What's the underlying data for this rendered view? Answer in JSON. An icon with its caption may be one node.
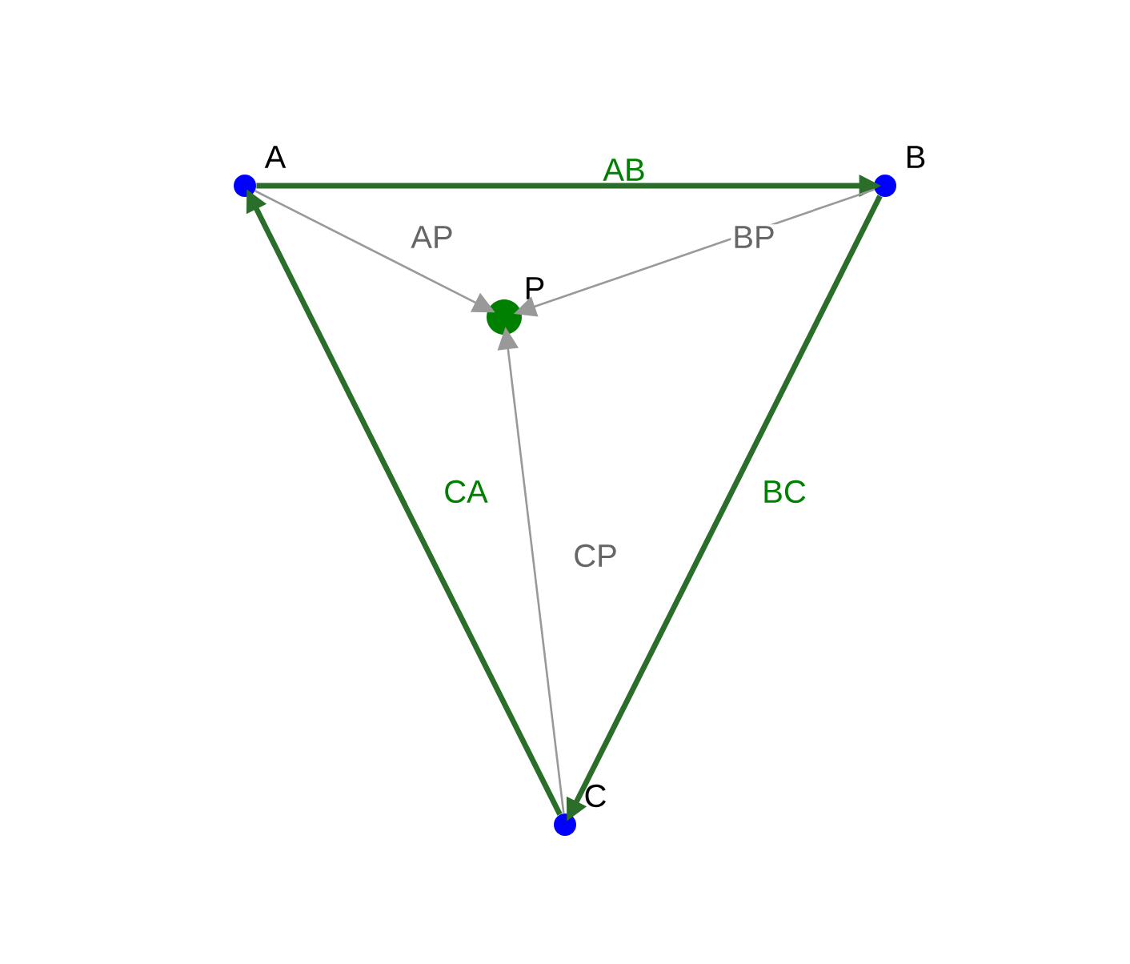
{
  "diagram": {
    "nodes": [
      {
        "text": [
          "A"
        ]
      },
      {
        "text": [
          "B"
        ]
      },
      {
        "text": [
          "C"
        ]
      },
      {
        "text": [
          "P"
        ]
      }
    ],
    "edges": [
      {
        "from": 0,
        "to": 1,
        "arrow": "to",
        "label": "AB",
        "style": "thick",
        "color": "#2a6e2a"
      },
      {
        "from": 1,
        "to": 2,
        "arrow": "to",
        "label": "BC",
        "style": "thick",
        "color": "#2a6e2a"
      },
      {
        "from": 2,
        "to": 0,
        "arrow": "to",
        "label": "CA",
        "style": "thick",
        "color": "#2a6e2a"
      },
      {
        "from": 0,
        "to": 3,
        "arrow": "to",
        "label": "AP",
        "color": "#999999"
      },
      {
        "from": 1,
        "to": 3,
        "arrow": "to",
        "label": "BP",
        "color": "#999999"
      },
      {
        "from": 2,
        "to": 3,
        "arrow": "to",
        "label": "CP",
        "color": "#999999"
      }
    ]
  }
}
